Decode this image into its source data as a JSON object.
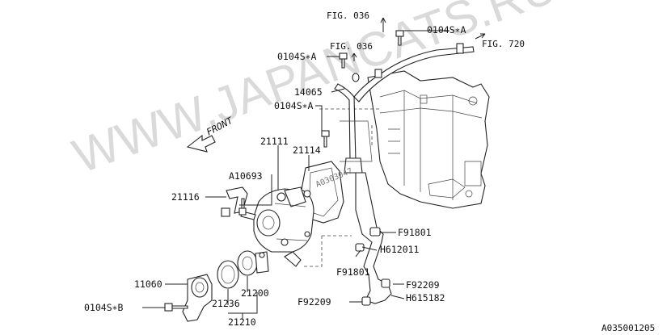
{
  "watermark": "WWW.JAPANCATS.RU",
  "front_label": "FRONT",
  "stamp_text": "A0303047",
  "reference_code": "A035001205",
  "labels": {
    "fig036_top": "FIG. 036",
    "bolt_top_right": "0104S∗A",
    "fig720": "FIG. 720",
    "fig036_mid": "FIG. 036",
    "bolt_left_upper": "0104S∗A",
    "pipe_14065": "14065",
    "bolt_left_mid": "0104S∗A",
    "pump_21111": "21111",
    "gasket_21114": "21114",
    "a10693": "A10693",
    "pipe_21116": "21116",
    "f91801_upper": "F91801",
    "h612011": "H612011",
    "f91801_lower": "F91801",
    "cover_11060": "11060",
    "f92209_right": "F92209",
    "thermostat_21200": "21200",
    "f92209_left": "F92209",
    "h615182": "H615182",
    "bolt_b": "0104S∗B",
    "gasket_21236": "21236",
    "set_21210": "21210"
  }
}
